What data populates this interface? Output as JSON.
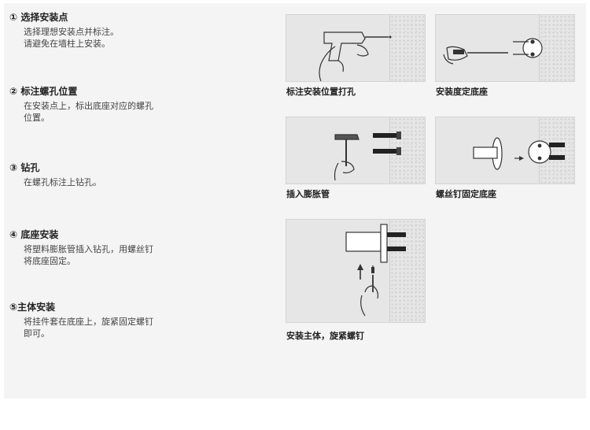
{
  "steps": [
    {
      "title": "① 选择安装点",
      "body": "选择理想安装点并标注。\n请避免在墙柱上安装。"
    },
    {
      "title": "② 标注螺孔位置",
      "body": "在安装点上，标出底座对应的螺孔\n位置。"
    },
    {
      "title": "③ 钻孔",
      "body": "在螺孔标注上钻孔。"
    },
    {
      "title": "④ 底座安装",
      "body": "将塑料膨胀管插入钻孔，用螺丝钉\n将底座固定。"
    },
    {
      "title": "⑤主体安装",
      "body": "将挂件套在底座上，旋紧固定螺钉\n即可。"
    }
  ],
  "cards": [
    {
      "caption": "标注安装位置打孔",
      "icon": "drill-icon"
    },
    {
      "caption": "安装度定底座",
      "icon": "screwdriver-icon"
    },
    {
      "caption": "插入膨胀管",
      "icon": "hammer-icon"
    },
    {
      "caption": "螺丝钉固定底座",
      "icon": "base-mount-icon"
    },
    {
      "caption": "安装主体，旋紧螺钉",
      "icon": "main-body-icon"
    }
  ]
}
